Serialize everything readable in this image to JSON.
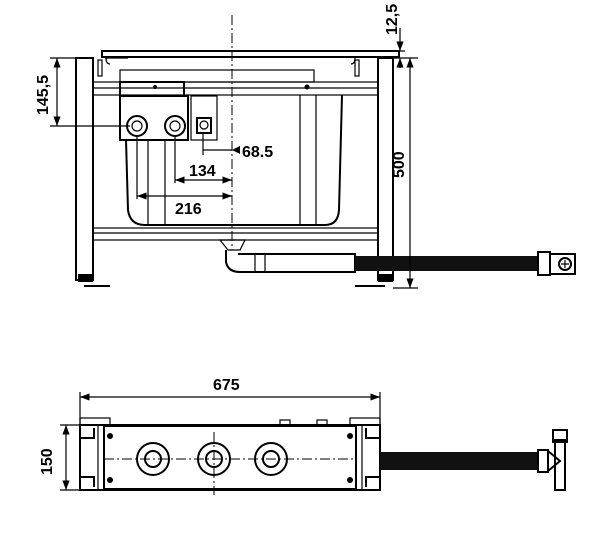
{
  "front_view": {
    "dimensions": {
      "top_offset": "12,5",
      "height": "500",
      "valve_height": "145,5",
      "offset_small": "68.5",
      "offset_middle": "134",
      "offset_large": "216"
    }
  },
  "top_view": {
    "dimensions": {
      "width": "675",
      "depth": "150"
    }
  }
}
